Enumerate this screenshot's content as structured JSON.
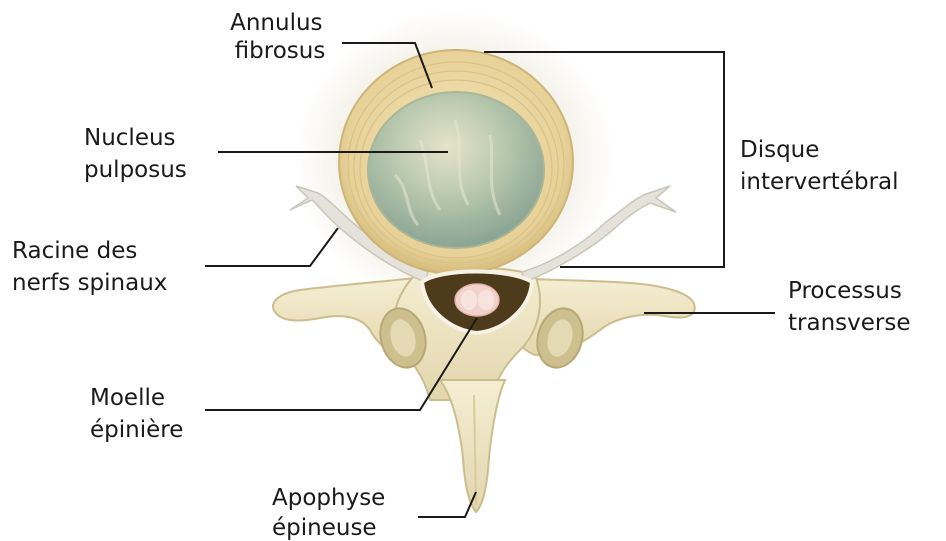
{
  "labels": {
    "annulus": [
      "Annulus",
      "fibrosus"
    ],
    "nucleus": [
      "Nucleus",
      "pulposus"
    ],
    "racine": [
      "Racine des",
      "nerfs spinaux"
    ],
    "moelle": [
      "Moelle",
      "épinière"
    ],
    "apophyse": [
      "Apophyse",
      "épineuse"
    ],
    "disque": [
      "Disque",
      "intervertébral"
    ],
    "processus": [
      "Processus",
      "transverse"
    ]
  },
  "colors": {
    "bone": "#efe6c6",
    "bone_shadow": "#c9bb8c",
    "disc_ring": "#e8d39a",
    "nucleus": "#aebfa3",
    "nerve": "#e4e2da",
    "canal": "#4e3b1c",
    "cord": "#f2d2cc",
    "leader": "#1a1a1a"
  }
}
